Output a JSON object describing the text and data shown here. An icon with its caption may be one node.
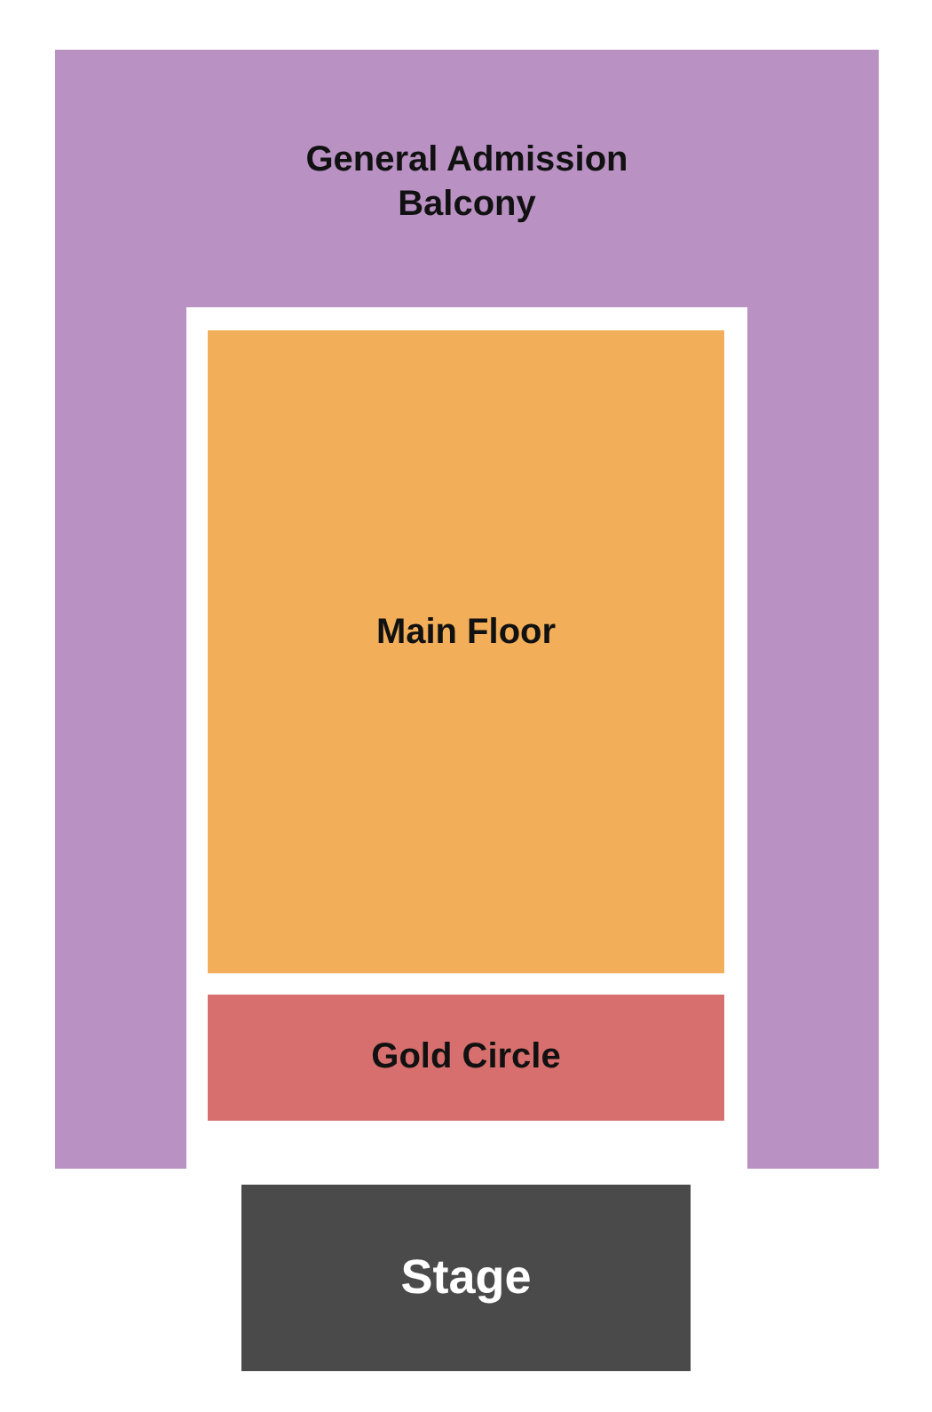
{
  "diagram": {
    "nodes": [
      {
        "text": [
          "General Admission Balcony"
        ]
      },
      {
        "text": [
          "Main Floor"
        ]
      },
      {
        "text": [
          "Gold Circle"
        ]
      },
      {
        "text": [
          "Stage"
        ]
      }
    ]
  }
}
